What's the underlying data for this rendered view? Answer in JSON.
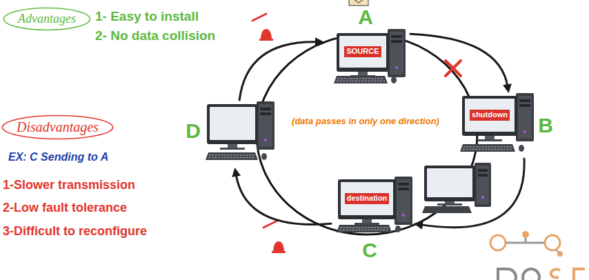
{
  "diagram": {
    "nodes": [
      {
        "text": [
          "Advantages"
        ]
      },
      {
        "text": [
          "A",
          "SOURCE"
        ]
      },
      {
        "text": [
          "shutdown",
          "B"
        ]
      },
      {
        "text": [
          "D"
        ]
      },
      {
        "text": [
          "Disadvantages"
        ]
      },
      {
        "text": [
          "destination",
          "C"
        ]
      }
    ],
    "edges": [
      {
        "from": 1,
        "to": 2,
        "arrow": "to"
      },
      {
        "from": 2,
        "to": 5,
        "arrow": "to"
      },
      {
        "from": 5,
        "to": 3,
        "arrow": "to"
      },
      {
        "from": 3,
        "to": 1,
        "arrow": "to"
      }
    ],
    "labels": [
      "1- Easy to install",
      "2- No data collision",
      "(data passes in only one direction)",
      "EX: C Sending to A",
      "1-Slower transmission",
      "2-Low fault tolerance",
      "3-Difficult to reconfigure"
    ]
  }
}
